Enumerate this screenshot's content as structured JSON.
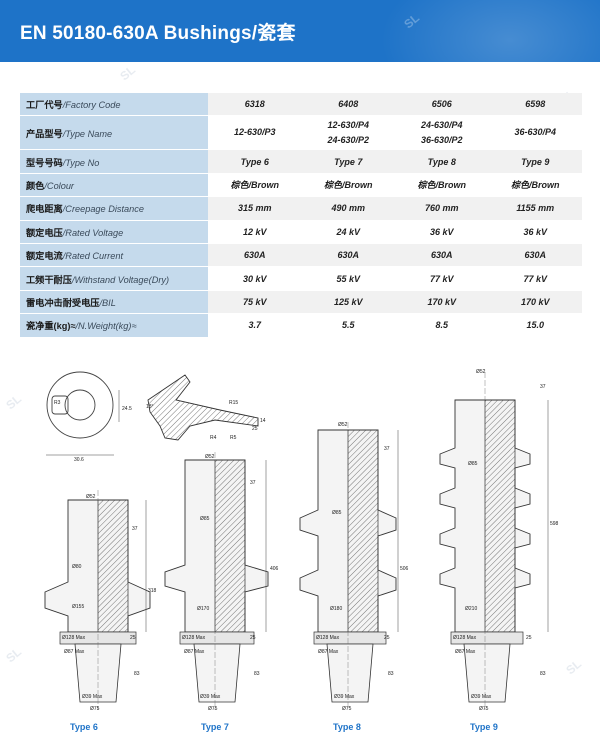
{
  "title": "EN 50180-630A Bushings/瓷套",
  "watermark": "SL",
  "accent_color": "#1e73c8",
  "table": {
    "rows": [
      {
        "zh": "工厂代号",
        "en": "/Factory Code",
        "values": [
          "6318",
          "6408",
          "6506",
          "6598"
        ]
      },
      {
        "zh": "产品型号",
        "en": "/Type Name",
        "values": [
          [
            "12-630/P3"
          ],
          [
            "12-630/P4",
            "24-630/P2"
          ],
          [
            "24-630/P4",
            "36-630/P2"
          ],
          [
            "36-630/P4"
          ]
        ]
      },
      {
        "zh": "型号号码",
        "en": "/Type No",
        "values": [
          "Type 6",
          "Type 7",
          "Type 8",
          "Type 9"
        ]
      },
      {
        "zh": "颜色",
        "en": "/Colour",
        "values": [
          "棕色/Brown",
          "棕色/Brown",
          "棕色/Brown",
          "棕色/Brown"
        ]
      },
      {
        "zh": "爬电距离",
        "en": "/Creepage Distance",
        "values": [
          "315 mm",
          "490 mm",
          "760 mm",
          "1155 mm"
        ]
      },
      {
        "zh": "额定电压",
        "en": "/Rated Voltage",
        "values": [
          "12 kV",
          "24 kV",
          "36 kV",
          "36 kV"
        ]
      },
      {
        "zh": "额定电流",
        "en": "/Rated Current",
        "values": [
          "630A",
          "630A",
          "630A",
          "630A"
        ]
      },
      {
        "zh": "工频干耐压",
        "en": "/Withstand Voltage(Dry)",
        "values": [
          "30 kV",
          "55 kV",
          "77 kV",
          "77 kV"
        ]
      },
      {
        "zh": "雷电冲击耐受电压",
        "en": "/BIL",
        "values": [
          "75 kV",
          "125 kV",
          "170 kV",
          "170 kV"
        ]
      },
      {
        "zh": "瓷净重(kg)≈",
        "en": "/N.Weight(kg)≈",
        "values": [
          "3.7",
          "5.5",
          "8.5",
          "15.0"
        ]
      }
    ]
  },
  "drawings": {
    "flange": {
      "labels": [
        "R3",
        "24.5",
        "30.6"
      ]
    },
    "section": {
      "labels": [
        "18°",
        "R15",
        "14",
        "R4",
        "R5",
        "25"
      ]
    },
    "types": [
      {
        "caption": "Type 6",
        "labels": [
          "Ø52",
          "37",
          "Ø80",
          "Ø155",
          "318",
          "Ø128 Max",
          "25",
          "Ø87 Max",
          "83",
          "Ø39 Max",
          "Ø75"
        ]
      },
      {
        "caption": "Type 7",
        "labels": [
          "Ø52",
          "Ø85",
          "37",
          "406",
          "Ø170",
          "Ø128 Max",
          "25",
          "Ø87 Max",
          "83",
          "Ø39 Max",
          "Ø75"
        ]
      },
      {
        "caption": "Type 8",
        "labels": [
          "Ø52",
          "37",
          "Ø85",
          "506",
          "Ø180",
          "Ø128 Max",
          "25",
          "Ø87 Max",
          "83",
          "Ø39 Max",
          "Ø75"
        ]
      },
      {
        "caption": "Type 9",
        "labels": [
          "Ø52",
          "37",
          "Ø85",
          "598",
          "Ø210",
          "Ø128 Max",
          "25",
          "Ø87 Max",
          "83",
          "Ø39 Max",
          "Ø75"
        ]
      }
    ]
  }
}
